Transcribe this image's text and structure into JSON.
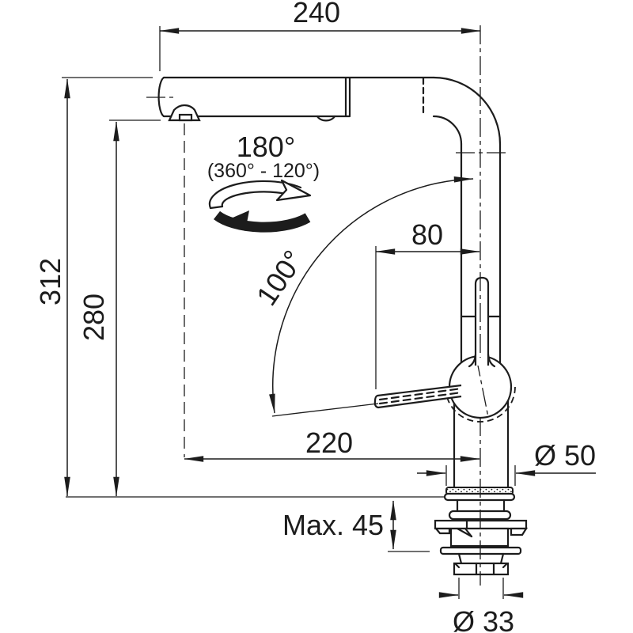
{
  "drawing": {
    "type": "kitchen-faucet-installation-dimension-diagram",
    "background_color": "#ffffff",
    "line_color": "#1c1c1c",
    "dimensions": {
      "spout_reach_top": "240",
      "overall_height": "312",
      "outlet_height": "280",
      "swivel_angle": "180°",
      "swivel_angle_note": "(360° - 120°)",
      "lever_angle": "100°",
      "lever_reach": "80",
      "spout_projection": "220",
      "base_diameter": "Ø 50",
      "max_deck_thickness": "Max. 45",
      "shank_diameter": "Ø 33"
    }
  }
}
